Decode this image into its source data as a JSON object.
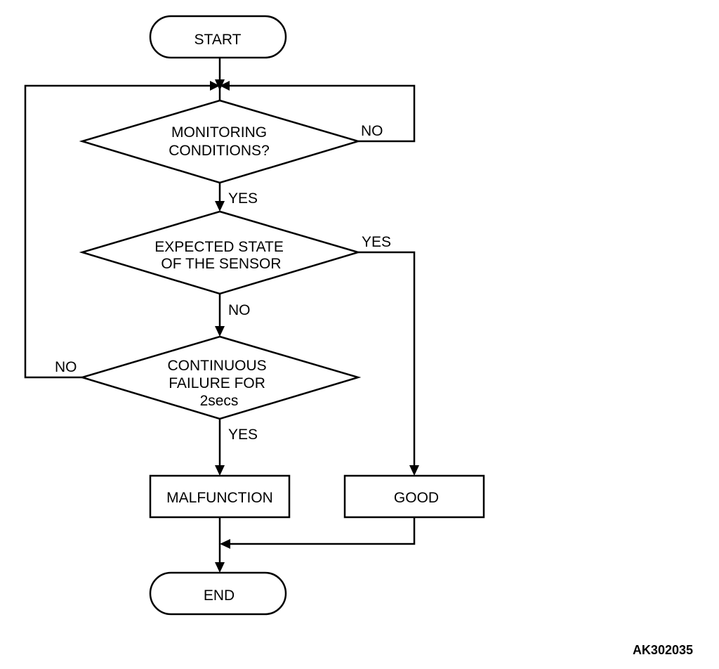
{
  "nodes": {
    "start": "START",
    "monitoring": [
      "MONITORING",
      "CONDITIONS?"
    ],
    "expected": [
      "EXPECTED STATE",
      "OF THE SENSOR"
    ],
    "continuous": [
      "CONTINUOUS",
      "FAILURE FOR",
      "2secs"
    ],
    "malfunction": "MALFUNCTION",
    "good": "GOOD",
    "end": "END"
  },
  "edges": {
    "monitoring_no": "NO",
    "monitoring_yes": "YES",
    "expected_yes": "YES",
    "expected_no": "NO",
    "continuous_no": "NO",
    "continuous_yes": "YES"
  },
  "figure_id": "AK302035"
}
